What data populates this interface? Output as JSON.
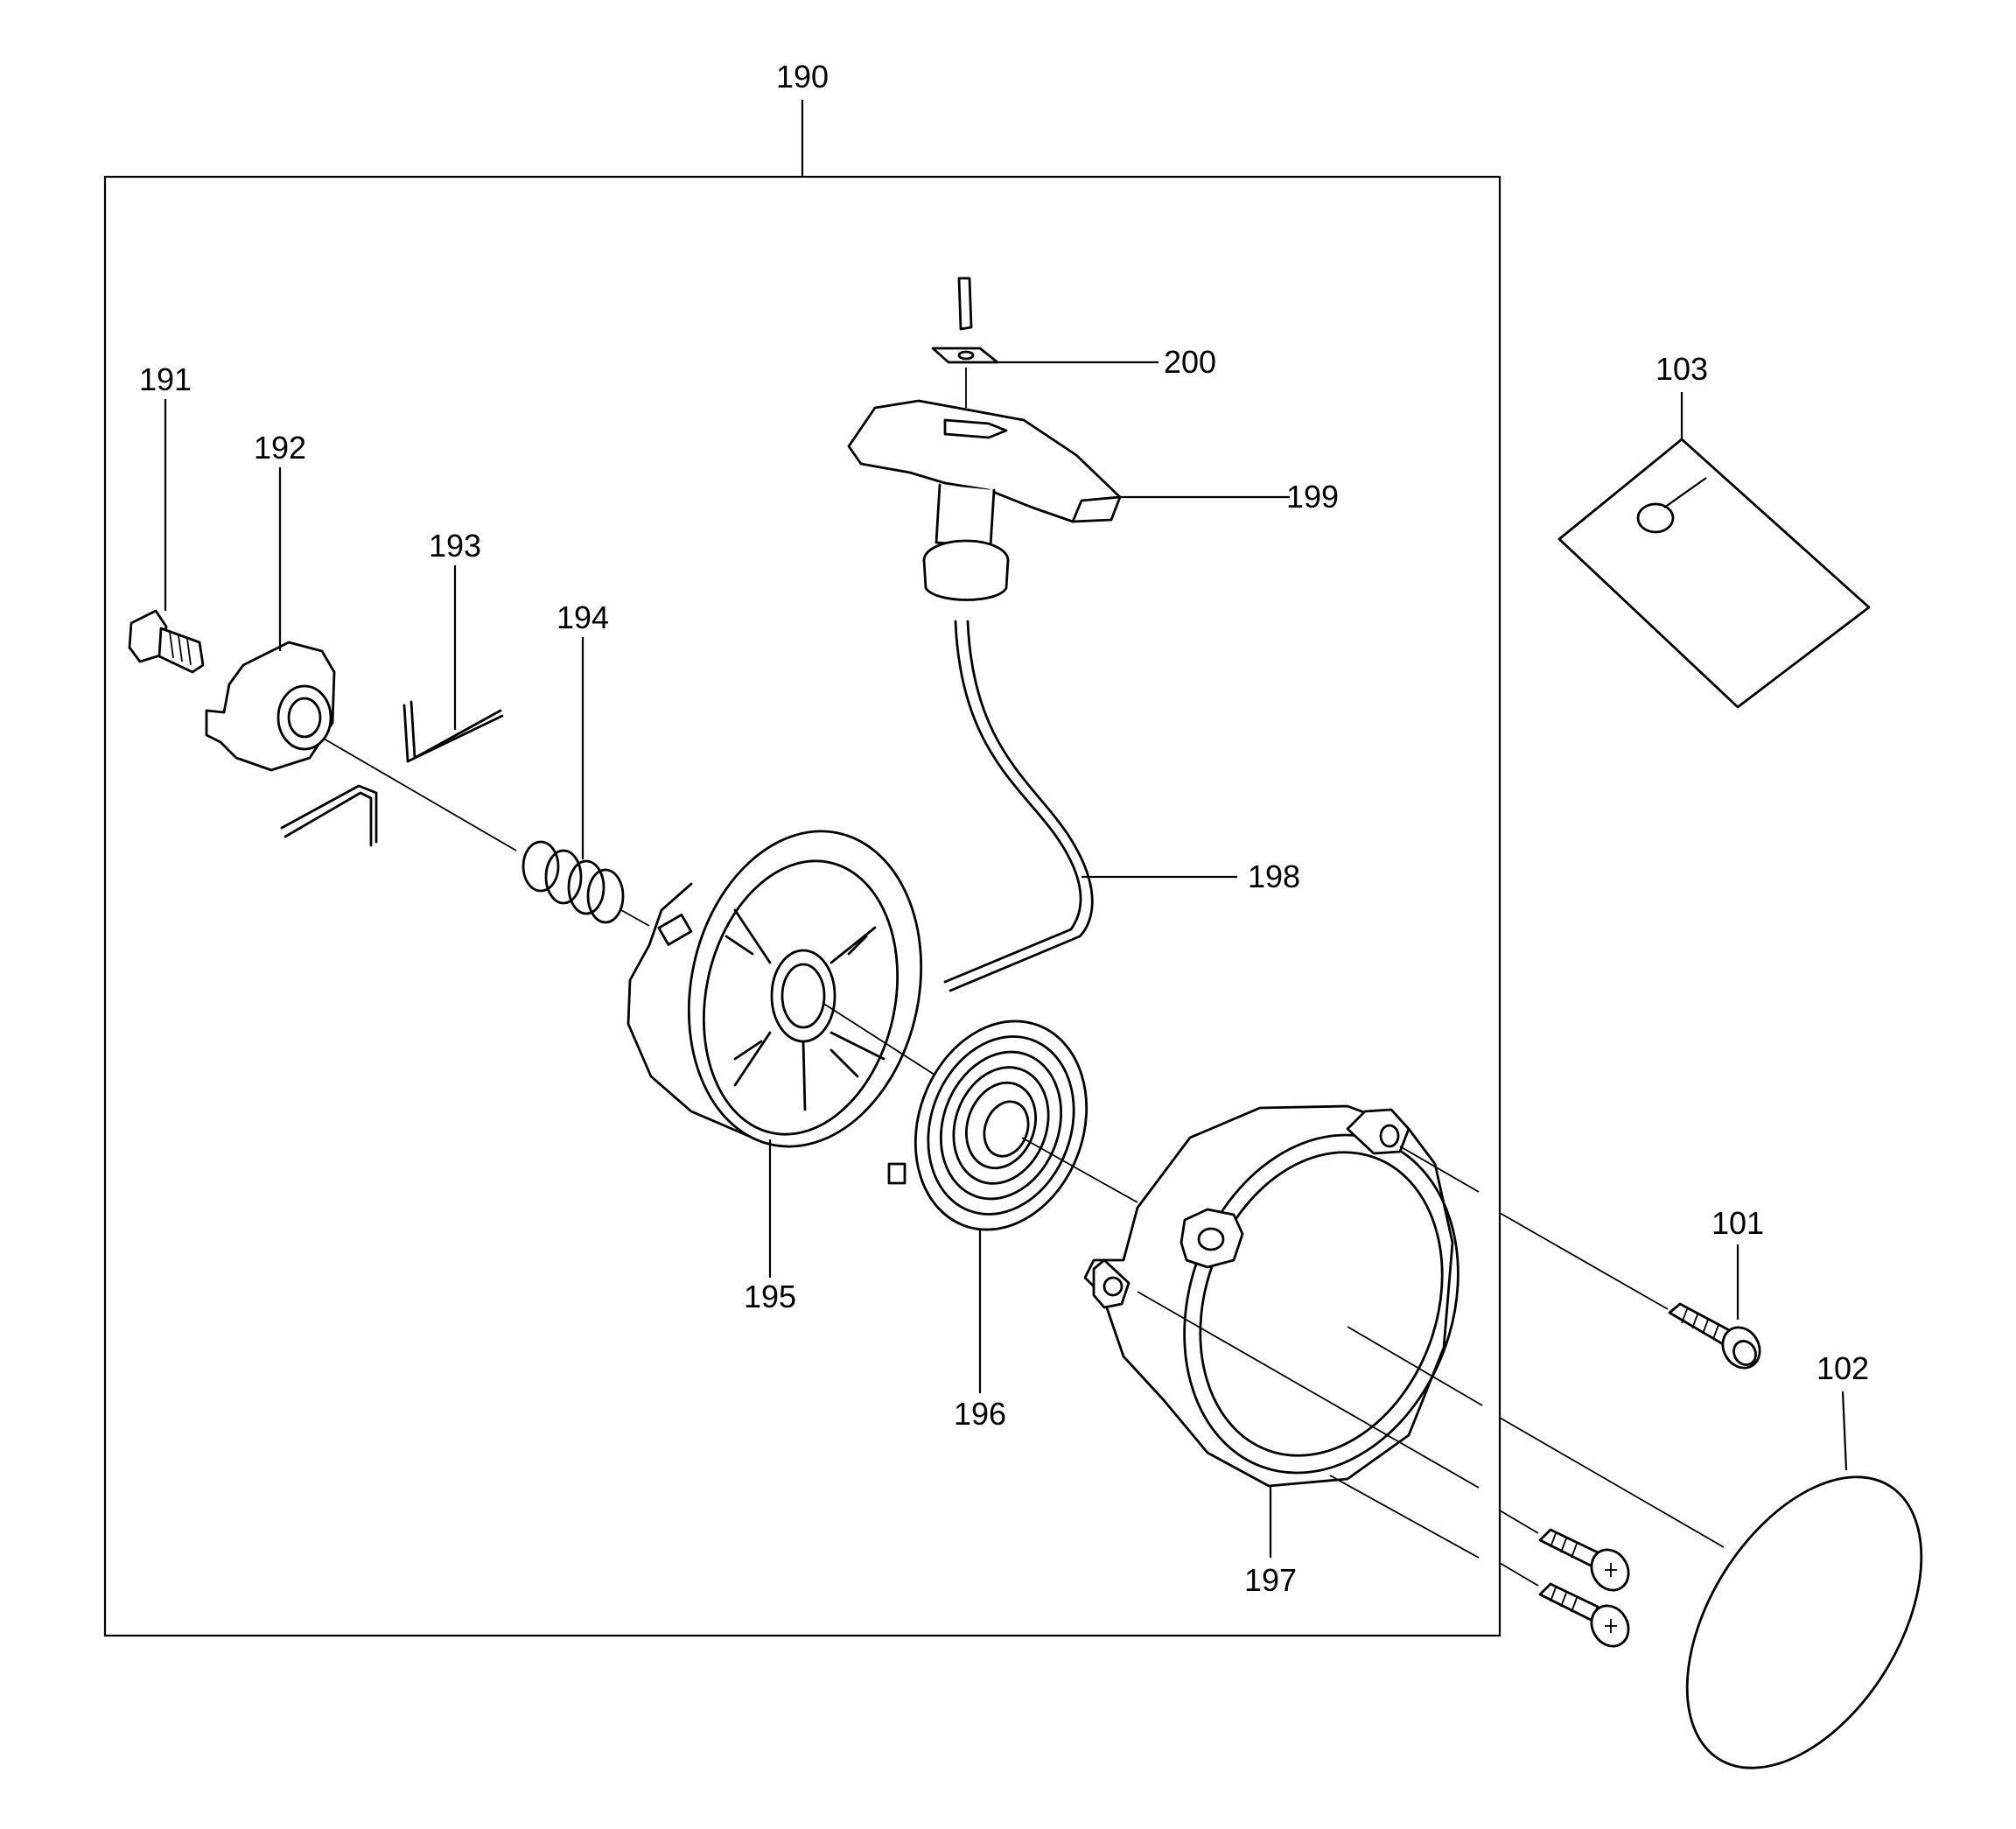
{
  "labels": {
    "p190": "190",
    "p191": "191",
    "p192": "192",
    "p193": "193",
    "p194": "194",
    "p195": "195",
    "p196": "196",
    "p197": "197",
    "p198": "198",
    "p199": "199",
    "p200": "200",
    "p101": "101",
    "p102": "102",
    "p103": "103"
  }
}
